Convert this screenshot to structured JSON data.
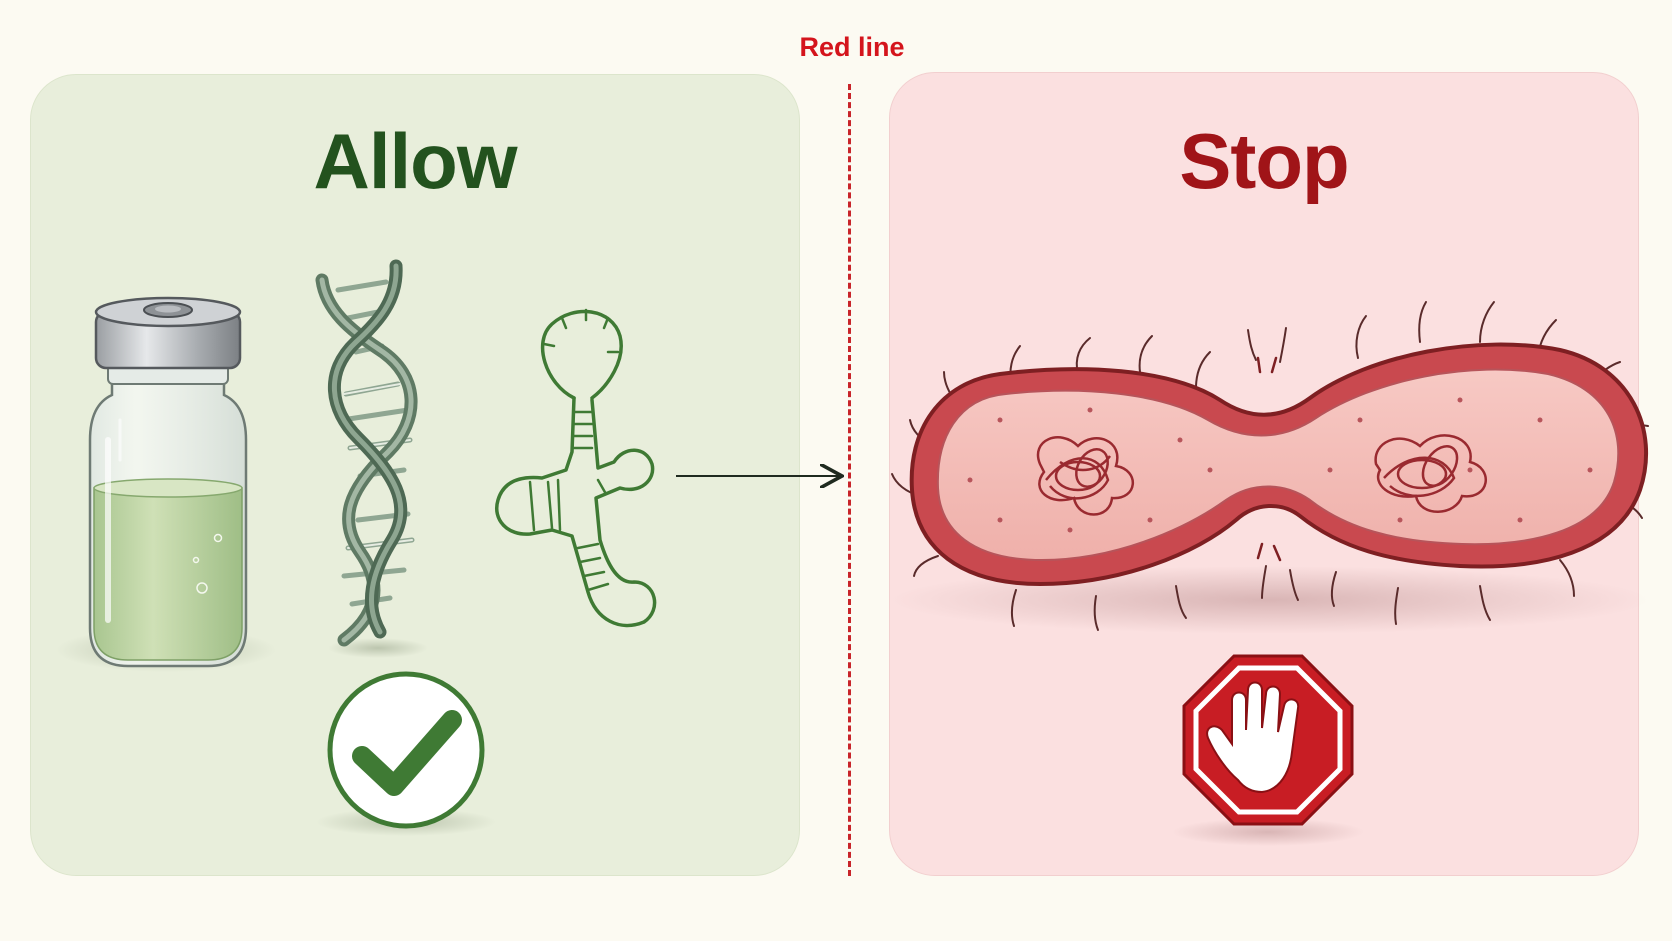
{
  "divider": {
    "label": "Red line",
    "color": "#d4141c"
  },
  "allow": {
    "title": "Allow",
    "color": "#23521e",
    "background": "#e8eedb",
    "icons": [
      "vial-icon",
      "dna-helix-icon",
      "rna-hairpin-icon",
      "checkmark-icon"
    ]
  },
  "stop": {
    "title": "Stop",
    "color": "#a01418",
    "background": "#fbe0e0",
    "icons": [
      "dividing-bacterium-icon",
      "stop-sign-hand-icon"
    ]
  }
}
